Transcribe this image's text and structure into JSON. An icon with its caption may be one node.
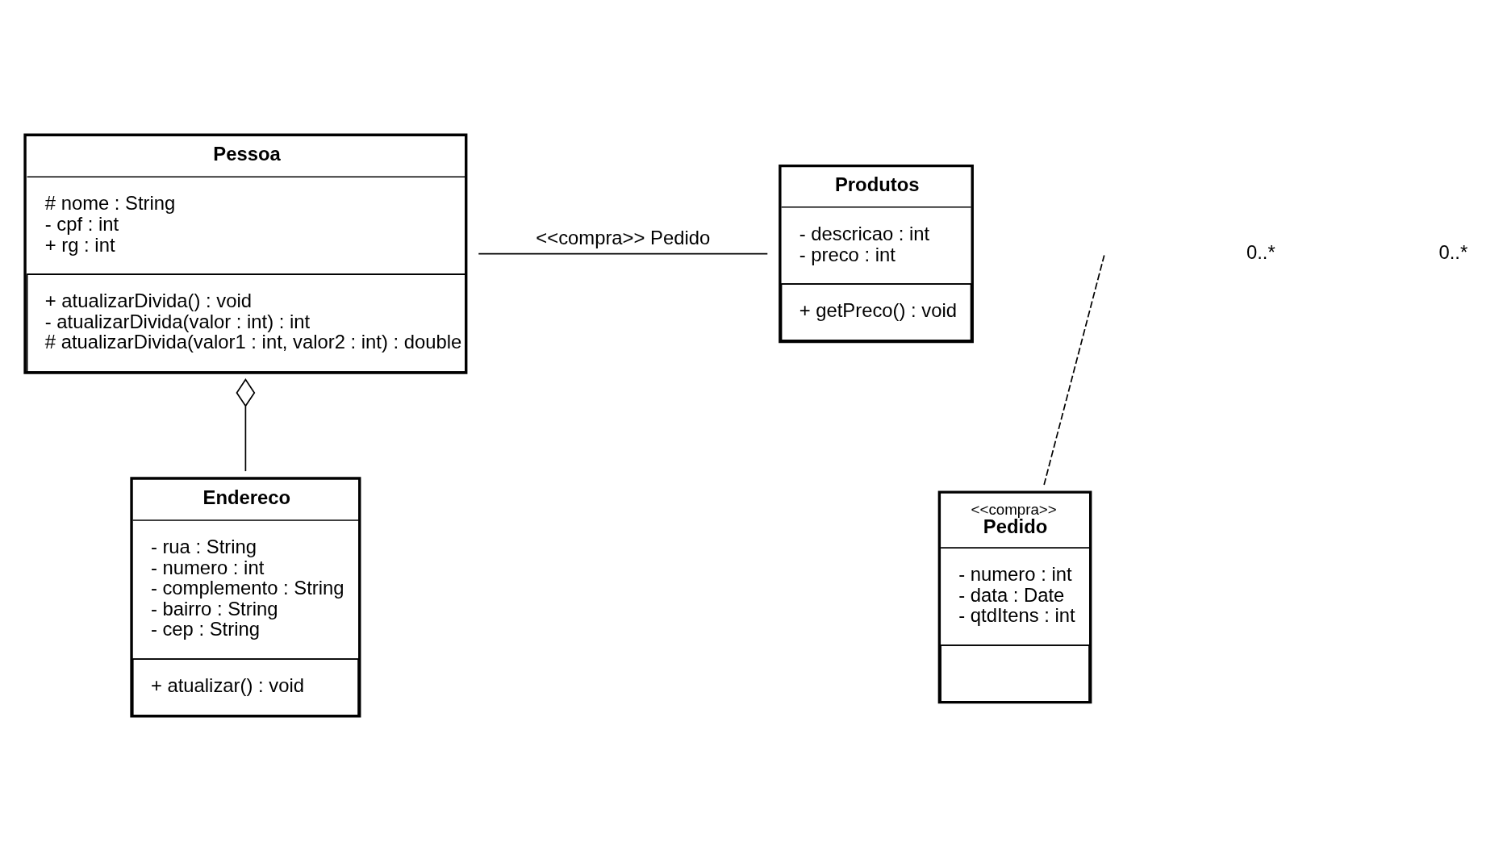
{
  "diagram": {
    "nodes": [
      {
        "text": [
          "Pessoa",
          "# nome : String",
          "- cpf : int",
          "+ rg : int",
          "+ atualizarDivida() : void",
          "- atualizarDivida(valor : int) : int",
          "# atualizarDivida(valor1 : int, valor2 : int) : double"
        ]
      },
      {
        "text": [
          "Produtos",
          "- descricao : int",
          "- preco : int",
          "+ getPreco() : void"
        ]
      },
      {
        "text": [
          "Endereco",
          "- rua : String",
          "- numero : int",
          "- complemento : String",
          "- bairro : String",
          "- cep : String",
          "+ atualizar() : void"
        ]
      },
      {
        "text": [
          "<<compra>>",
          "Pedido",
          "- numero : int",
          "- data : Date",
          "- qtdItens : int"
        ]
      }
    ],
    "edges": [
      {
        "from": 0,
        "to": 1,
        "arrow": "none",
        "label": "<<compra>> Pedido"
      },
      {
        "from": 0,
        "to": 2,
        "arrow": "other"
      },
      {
        "from": 3,
        "to": null,
        "arrow": "none",
        "style": "dashed"
      }
    ],
    "labels": [
      "0..*",
      "0..*"
    ]
  }
}
